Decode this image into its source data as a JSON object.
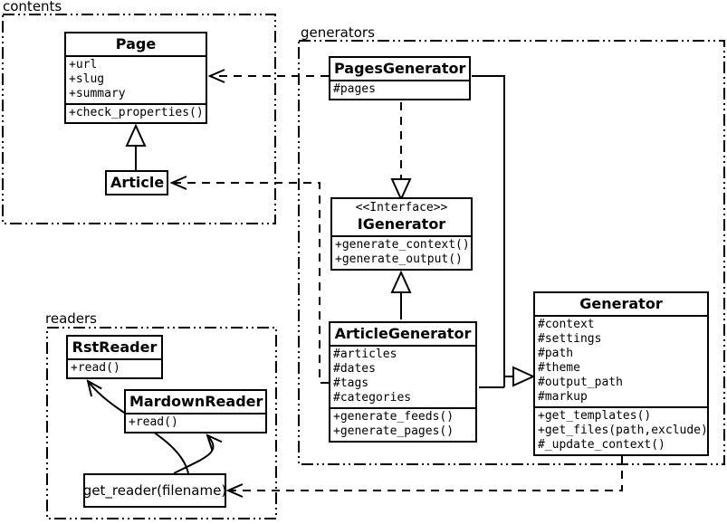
{
  "diagram": {
    "packages": {
      "contents": "contents",
      "generators": "generators",
      "readers": "readers"
    },
    "classes": {
      "page": {
        "name": "Page",
        "attributes": [
          "+url",
          "+slug",
          "+summary"
        ],
        "methods": [
          "+check_properties()"
        ]
      },
      "article": {
        "name": "Article"
      },
      "pages_generator": {
        "name": "PagesGenerator",
        "attributes": [
          "#pages"
        ]
      },
      "igenerator": {
        "stereotype": "<<Interface>>",
        "name": "IGenerator",
        "methods": [
          "+generate_context()",
          "+generate_output()"
        ]
      },
      "article_generator": {
        "name": "ArticleGenerator",
        "attributes": [
          "#articles",
          "#dates",
          "#tags",
          "#categories"
        ],
        "methods": [
          "+generate_feeds()",
          "+generate_pages()"
        ]
      },
      "generator": {
        "name": "Generator",
        "attributes": [
          "#context",
          "#settings",
          "#path",
          "#theme",
          "#output_path",
          "#markup"
        ],
        "methods": [
          "+get_templates()",
          "+get_files(path,exclude)",
          "#_update_context()"
        ]
      },
      "rst_reader": {
        "name": "RstReader",
        "methods": [
          "+read()"
        ]
      },
      "mardown_reader": {
        "name": "MardownReader",
        "methods": [
          "+read()"
        ]
      }
    },
    "functions": {
      "get_reader": "get_reader(filename)"
    },
    "colors": {
      "line": "#000000",
      "background": "#ffffff"
    }
  }
}
